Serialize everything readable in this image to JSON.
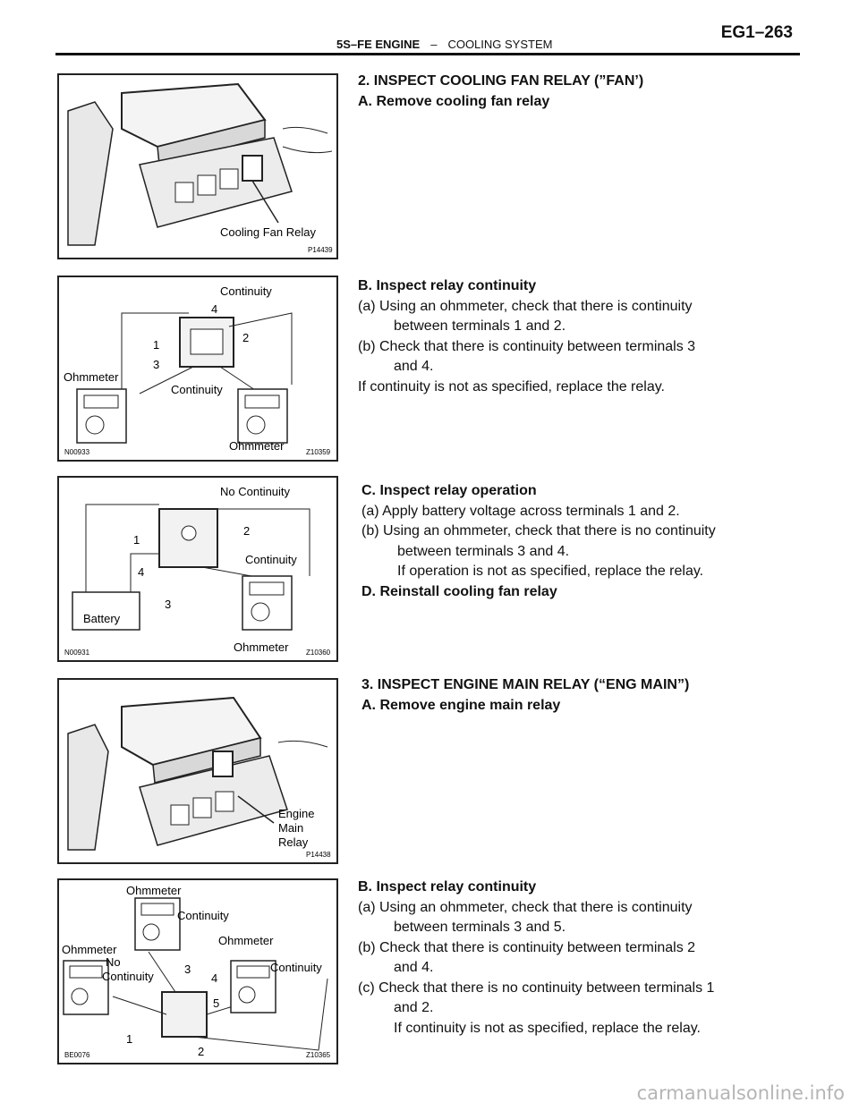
{
  "header": {
    "section_bold": "5S–FE ENGINE",
    "separator": "–",
    "section_name": "COOLING SYSTEM",
    "page_code": "EG1–263"
  },
  "figures": [
    {
      "labels": [
        "Cooling Fan Relay"
      ],
      "codes": [
        "P14439"
      ]
    },
    {
      "labels": [
        "Continuity",
        "4",
        "1",
        "2",
        "3",
        "Ohmmeter",
        "Continuity",
        "Ohmmeter"
      ],
      "codes": [
        "N00933",
        "Z10359"
      ]
    },
    {
      "labels": [
        "No Continuity",
        "1",
        "2",
        "4",
        "3",
        "Continuity",
        "Battery",
        "Ohmmeter"
      ],
      "codes": [
        "N00931",
        "Z10360"
      ]
    },
    {
      "labels": [
        "Engine",
        "Main",
        "Relay"
      ],
      "codes": [
        "P14438"
      ]
    },
    {
      "labels": [
        "Ohmmeter",
        "Continuity",
        "Ohmmeter",
        "Ohmmeter",
        "No",
        "Continuity",
        "3",
        "4",
        "5",
        "Continuity",
        "1",
        "2"
      ],
      "codes": [
        "BE0076",
        "Z10365"
      ]
    }
  ],
  "sections": [
    {
      "lines": [
        {
          "text": "2. INSPECT COOLING FAN RELAY (”FAN’)",
          "bold": true
        },
        {
          "text": "A. Remove cooling fan relay",
          "bold": true
        }
      ]
    },
    {
      "lines": [
        {
          "text": "B. Inspect relay continuity",
          "bold": true
        },
        {
          "text": "(a) Using an ohmmeter, check that there is continuity"
        },
        {
          "text": "between terminals 1 and 2.",
          "indent": true
        },
        {
          "text": "(b) Check that there is continuity between terminals 3"
        },
        {
          "text": "and 4.",
          "indent": true
        },
        {
          "text": "If continuity is not as specified, replace the relay."
        }
      ]
    },
    {
      "lines": [
        {
          "text": "C. Inspect relay operation",
          "bold": true
        },
        {
          "text": "(a) Apply battery voltage across terminals 1 and 2."
        },
        {
          "text": "(b) Using an ohmmeter, check that there is no continuity"
        },
        {
          "text": "between terminals 3 and 4.",
          "indent": true
        },
        {
          "text": "If operation is not as specified, replace the relay.",
          "indent": true
        },
        {
          "text": "D. Reinstall cooling fan relay",
          "bold": true
        }
      ]
    },
    {
      "lines": [
        {
          "text": "3. INSPECT ENGINE MAIN RELAY (“ENG MAIN”)",
          "bold": true
        },
        {
          "text": "A. Remove engine main relay",
          "bold": true
        }
      ]
    },
    {
      "lines": [
        {
          "text": "B. Inspect relay continuity",
          "bold": true
        },
        {
          "text": "(a) Using an ohmmeter, check that there is continuity"
        },
        {
          "text": "between terminals 3 and 5.",
          "indent": true
        },
        {
          "text": "(b) Check that there is continuity between terminals 2"
        },
        {
          "text": "and 4.",
          "indent": true
        },
        {
          "text": "(c) Check that there is no continuity between terminals 1"
        },
        {
          "text": "and 2.",
          "indent": true
        },
        {
          "text": "If continuity is not as specified, replace the relay.",
          "indent": true
        }
      ]
    }
  ],
  "watermark": "carmanualsonline.info"
}
